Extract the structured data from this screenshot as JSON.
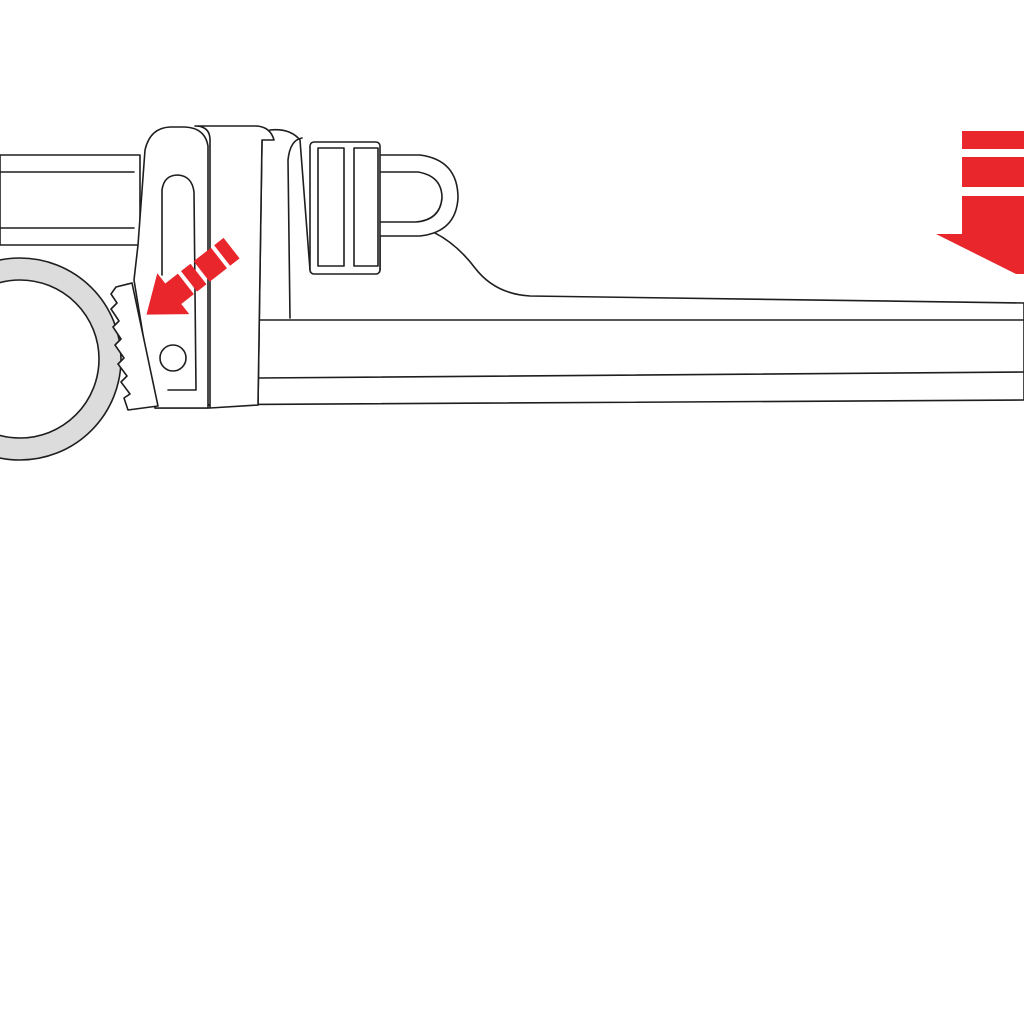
{
  "diagram": {
    "subject": "pipe-wrench",
    "colors": {
      "arrow": "#e8262b",
      "outline": "#1e1e1e",
      "pipe_ring": "#dcdcdc",
      "background": "#ffffff"
    },
    "arrows": [
      {
        "name": "jaw-grip-arrow",
        "direction": "down-left",
        "segments": 3
      },
      {
        "name": "handle-force-arrow",
        "direction": "down",
        "segments": 3
      }
    ],
    "parts": [
      "pipe",
      "hook-jaw",
      "heel-jaw",
      "adjusting-nut",
      "frame",
      "handle",
      "pivot-pin"
    ]
  }
}
